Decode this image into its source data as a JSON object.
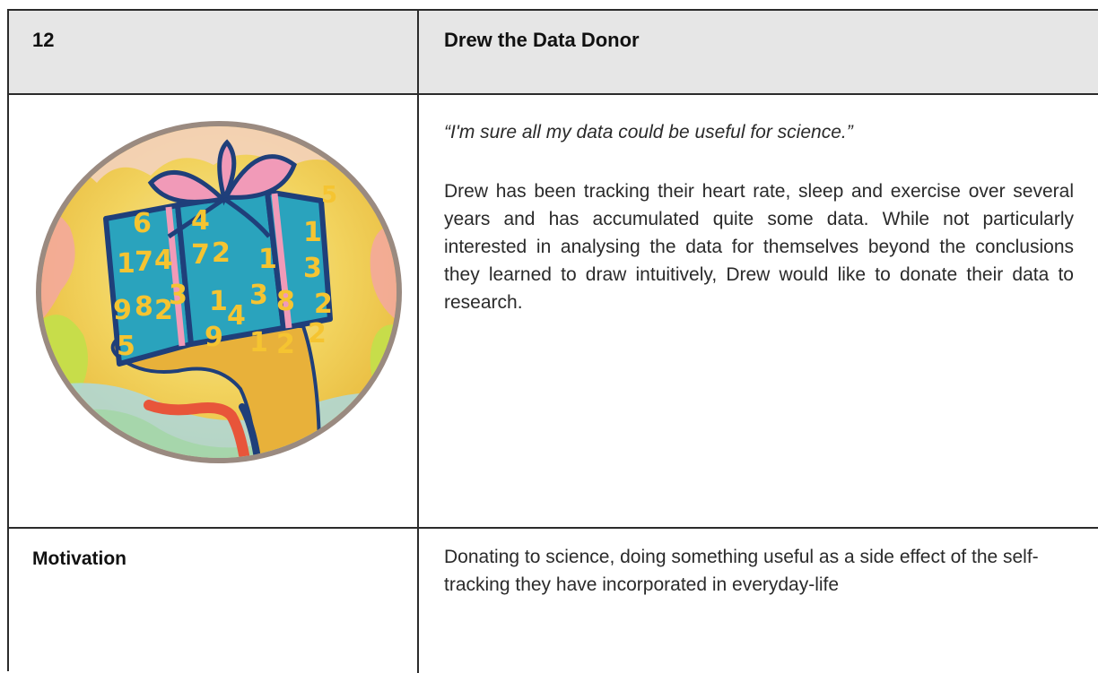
{
  "persona": {
    "number": "12",
    "name": "Drew the Data Donor",
    "quote": "“I'm sure all my data could be useful for science.”",
    "description": "Drew has been tracking their heart rate, sleep and exercise over several years and has accumulated quite some data. While not particularly interested in analysing the data for themselves beyond the conclusions they learned to draw intuitively, Drew would like to donate their data to research.",
    "motivation_label": "Motivation",
    "motivation_text": "Donating to science, doing something useful as a side effect of the self-tracking they have incorporated in everyday-life"
  },
  "illustration": {
    "icon": "gift-box-of-numbers-illustration",
    "box_digits": [
      "6",
      "4",
      "1",
      "7",
      "2",
      "1",
      "3",
      "1",
      "7",
      "4",
      "2",
      "3",
      "9",
      "8",
      "2",
      "1",
      "3",
      "8",
      "2",
      "4",
      "9",
      "1",
      "2",
      "5",
      "5"
    ]
  },
  "colors": {
    "header_bg": "#e6e6e6",
    "border": "#2b2b2b",
    "box_teal": "#2aa3bd",
    "box_outline": "#1f3f7a",
    "ribbon_pink": "#f19ab8",
    "digit_yellow": "#f5c431",
    "hand_yellow": "#e8b13a",
    "circle_rim": "#9a8a80"
  }
}
